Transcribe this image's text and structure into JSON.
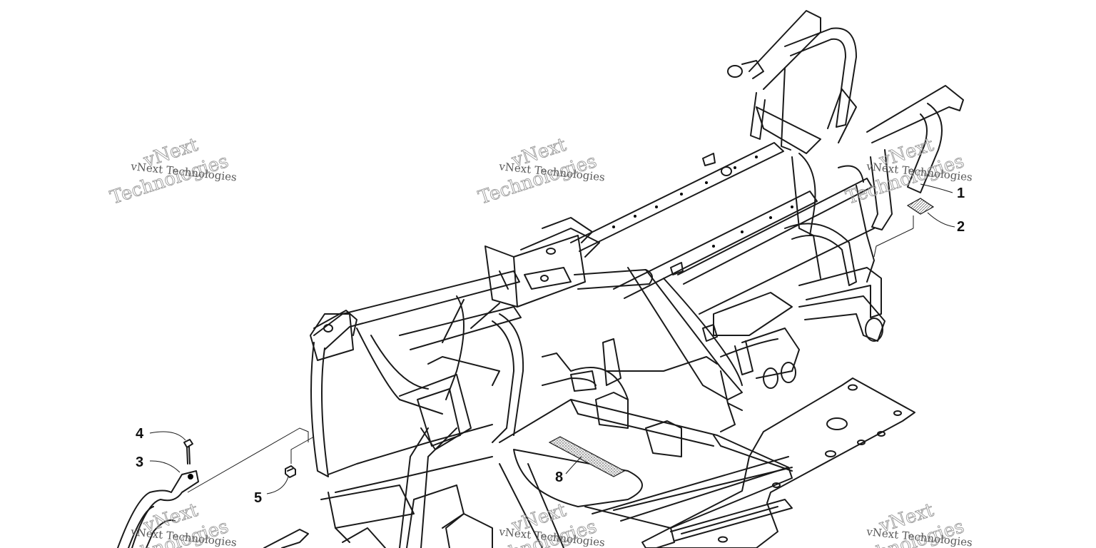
{
  "watermark": {
    "line_small": "vNext Technologies",
    "line_big_1": "vNext",
    "line_big_2": "Technologies"
  },
  "callouts": [
    {
      "id": "1",
      "label": "1"
    },
    {
      "id": "2",
      "label": "2"
    },
    {
      "id": "3",
      "label": "3"
    },
    {
      "id": "4",
      "label": "4"
    },
    {
      "id": "5",
      "label": "5"
    },
    {
      "id": "8",
      "label": "8"
    }
  ],
  "colors": {
    "line": "#1a1a1a",
    "background": "#ffffff",
    "watermark": "#9a9a9a",
    "pad_fill": "#d0d0d0"
  }
}
